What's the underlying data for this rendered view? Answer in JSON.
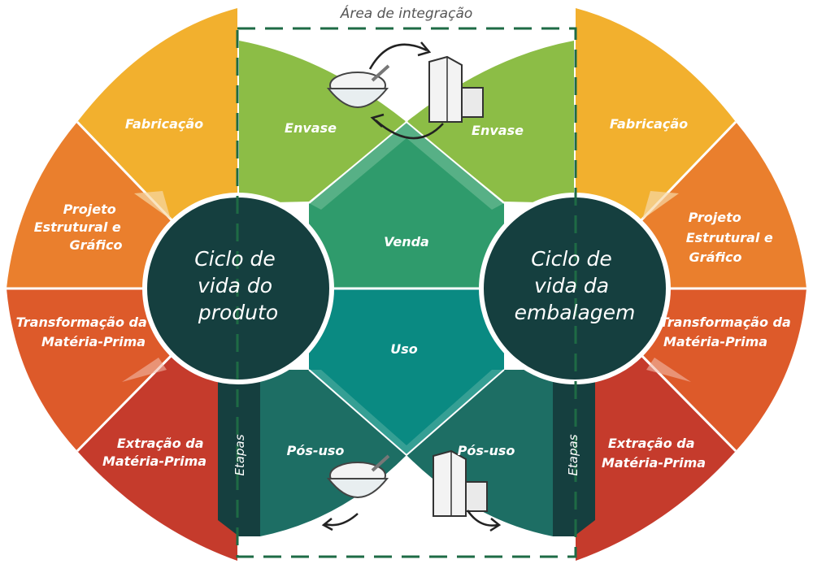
{
  "header": {
    "area_label": "Área de integração"
  },
  "left_cycle": {
    "center_lines": [
      "Ciclo de",
      "vida do",
      "produto"
    ],
    "stages": {
      "fabricacao": "Fabricação",
      "projeto": [
        "Projeto",
        "Estrutural e",
        "Gráfico"
      ],
      "transformacao": [
        "Transformação da",
        "Matéria-Prima"
      ],
      "extracao": [
        "Extração da",
        "Matéria-Prima"
      ],
      "envase": "Envase",
      "pos_uso": "Pós-uso"
    },
    "etapas_label": "Etapas"
  },
  "right_cycle": {
    "center_lines": [
      "Ciclo de",
      "vida da",
      "embalagem"
    ],
    "stages": {
      "fabricacao": "Fabricação",
      "projeto": [
        "Projeto",
        "Estrutural e",
        "Gráfico"
      ],
      "transformacao": [
        "Transformação da",
        "Matéria-Prima"
      ],
      "extracao": [
        "Extração da",
        "Matéria-Prima"
      ],
      "envase": "Envase",
      "pos_uso": "Pós-uso"
    },
    "etapas_label": "Etapas"
  },
  "shared": {
    "venda": "Venda",
    "uso": "Uso"
  },
  "icons": [
    "bowl-icon",
    "package-icon",
    "cycle-arrow-icon"
  ],
  "colors": {
    "yellow": "#f2b02e",
    "orange": "#ea7f2d",
    "red_orange": "#dd5a2a",
    "red": "#c53b2c",
    "light_green": "#8cbd46",
    "green": "#2f9b6c",
    "teal": "#0a8a82",
    "dark_teal": "#1d6e64",
    "dark_circle": "#153f3f",
    "dash": "#1e6b45"
  }
}
